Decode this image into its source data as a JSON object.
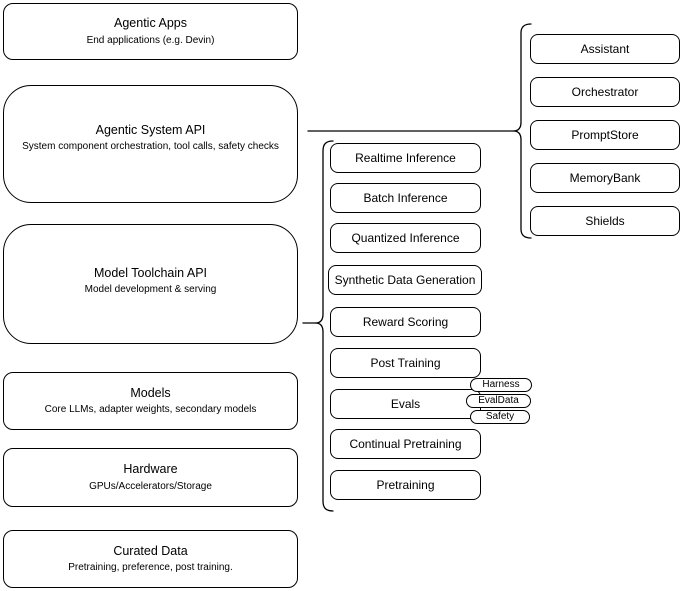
{
  "colors": {
    "background": "#ffffff",
    "stroke": "#000000",
    "text": "#000000",
    "shape_fill": "#ffffff"
  },
  "stack": {
    "boxes": [
      {
        "title": "Agentic Apps",
        "subtitle": "End applications (e.g. Devin)"
      },
      {
        "title": "Agentic System API",
        "subtitle": "System component orchestration, tool calls, safety checks"
      },
      {
        "title": "Model Toolchain API",
        "subtitle": "Model development & serving"
      },
      {
        "title": "Models",
        "subtitle": "Core LLMs, adapter weights, secondary models"
      },
      {
        "title": "Hardware",
        "subtitle": "GPUs/Accelerators/Storage"
      },
      {
        "title": "Curated Data",
        "subtitle": "Pretraining, preference, post training."
      }
    ]
  },
  "toolchain": {
    "items": [
      "Realtime Inference",
      "Batch Inference",
      "Quantized Inference",
      "Synthetic Data Generation",
      "Reward Scoring",
      "Post Training",
      "Evals",
      "Continual Pretraining",
      "Pretraining"
    ],
    "eval_tags": [
      "Harness",
      "EvalData",
      "Safety"
    ]
  },
  "system_components": {
    "items": [
      "Assistant",
      "Orchestrator",
      "PromptStore",
      "MemoryBank",
      "Shields"
    ]
  }
}
